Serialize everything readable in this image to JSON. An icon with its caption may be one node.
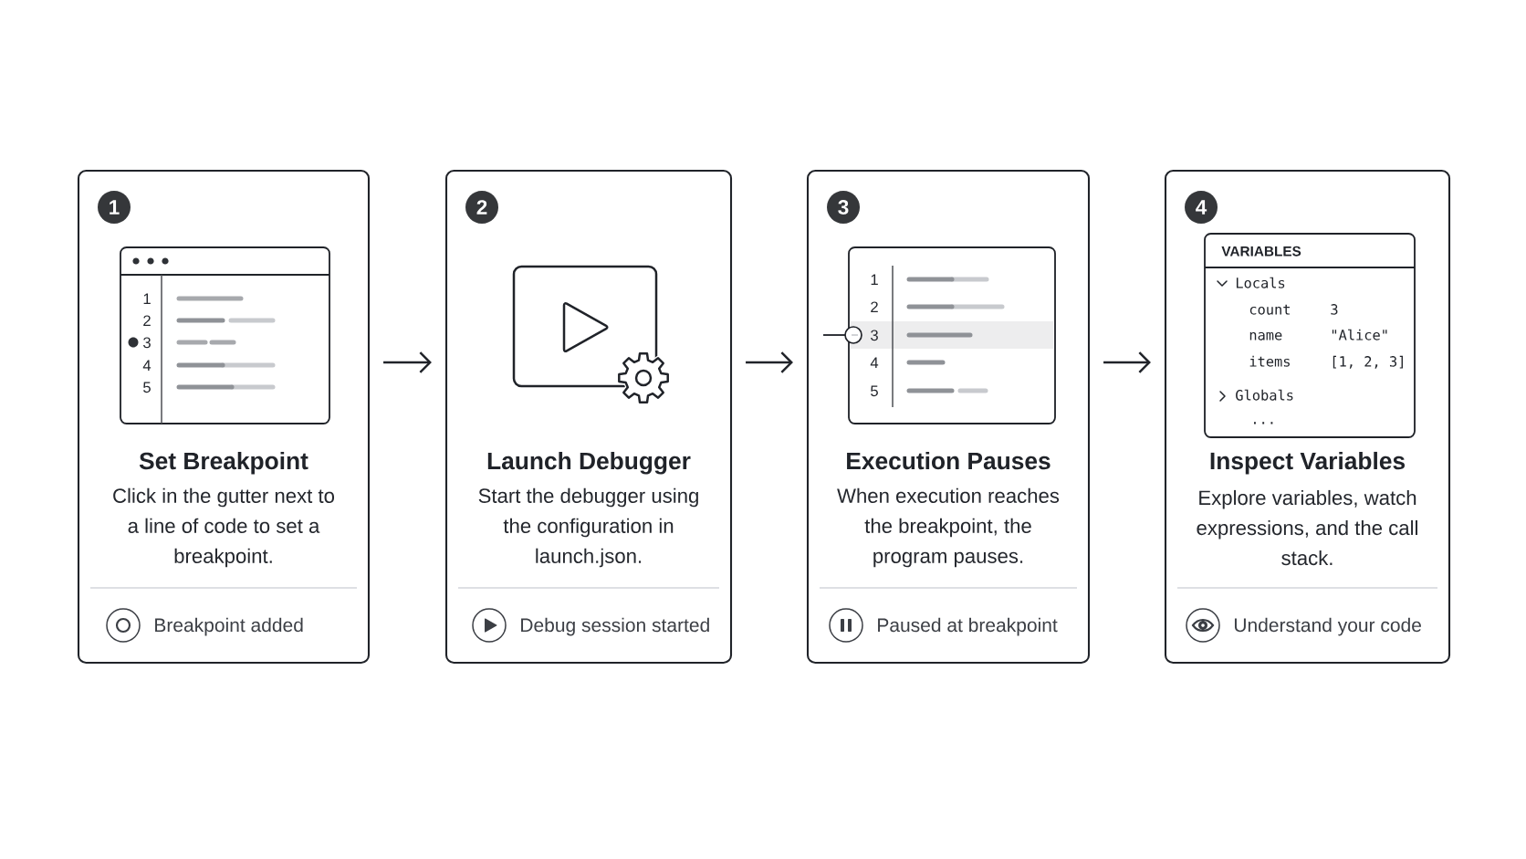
{
  "diagram": {
    "nodes": [
      {
        "text": [
          "Set Breakpoint",
          "Click in the gutter next to a line of code to set a breakpoint.",
          "Breakpoint added"
        ]
      },
      {
        "text": [
          "1"
        ],
        "in": 0
      },
      {
        "text": [
          "1",
          "2",
          "3",
          "4",
          "5"
        ],
        "in": 0
      },
      {
        "text": [
          "Launch Debugger",
          "Start the debugger using the configuration in launch.json.",
          "Debug session started"
        ]
      },
      {
        "text": [
          "2"
        ],
        "in": 3
      },
      {
        "text": [],
        "shape": "picture",
        "in": 3
      },
      {
        "text": [
          "Execution Pauses",
          "When execution reaches the breakpoint, the program pauses.",
          "Paused at breakpoint"
        ]
      },
      {
        "text": [
          "3"
        ],
        "in": 6
      },
      {
        "text": [
          "1",
          "2",
          "3",
          "4",
          "5"
        ],
        "in": 6
      },
      {
        "text": [
          "Inspect Variables",
          "Explore variables, watch expressions, and the call stack.",
          "Understand your code"
        ]
      },
      {
        "text": [
          "4"
        ],
        "in": 9
      },
      {
        "text": [
          "VARIABLES",
          "Locals",
          "count",
          "3",
          "name",
          "\"Alice\"",
          "items",
          "[1, 2, 3]",
          "Globals",
          "..."
        ],
        "in": 9
      }
    ],
    "edges": [
      {
        "from": 0,
        "to": 3,
        "arrow": "to"
      },
      {
        "from": 3,
        "to": 6,
        "arrow": "to"
      },
      {
        "from": 6,
        "to": 9,
        "arrow": "to"
      }
    ]
  }
}
